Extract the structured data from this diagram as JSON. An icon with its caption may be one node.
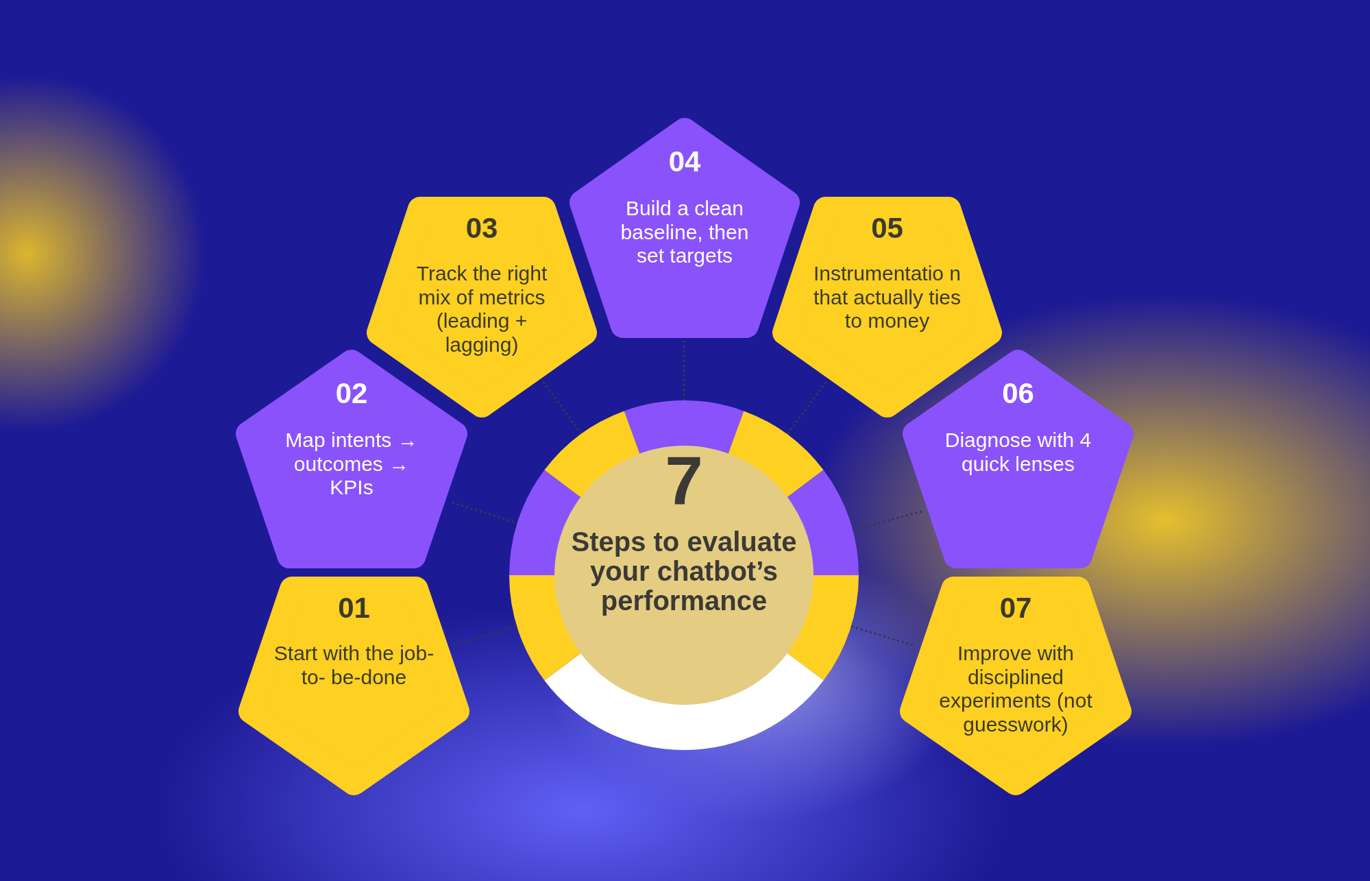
{
  "diagram": {
    "nodes": [
      {
        "text": [
          "01",
          "Start with the job-to- be-done"
        ]
      },
      {
        "text": [
          "02",
          "Map intents → outcomes → KPIs"
        ]
      },
      {
        "text": [
          "03",
          "Track the right mix of metrics (leading + lagging)"
        ]
      },
      {
        "text": [
          "04",
          "Build a clean baseline, then set targets"
        ]
      },
      {
        "text": [
          "05",
          "Instrumentatio n that actually ties to money"
        ]
      },
      {
        "text": [
          "06",
          "Diagnose with 4 quick lenses"
        ]
      },
      {
        "text": [
          "07",
          "Improve with disciplined experiments (not guesswork)"
        ]
      },
      {
        "text": [
          "7",
          "Steps to evaluate your chatbot’s performance"
        ]
      }
    ],
    "edges": [
      {
        "from": 0,
        "to": 7,
        "arrow": "none",
        "style": "dashed"
      },
      {
        "from": 1,
        "to": 7,
        "arrow": "none",
        "style": "dashed"
      },
      {
        "from": 2,
        "to": 7,
        "arrow": "none",
        "style": "dashed"
      },
      {
        "from": 3,
        "to": 7,
        "arrow": "none",
        "style": "dashed"
      },
      {
        "from": 4,
        "to": 7,
        "arrow": "none",
        "style": "dashed"
      },
      {
        "from": 5,
        "to": 7,
        "arrow": "none",
        "style": "dashed"
      },
      {
        "from": 6,
        "to": 7,
        "arrow": "none",
        "style": "dashed"
      }
    ]
  }
}
